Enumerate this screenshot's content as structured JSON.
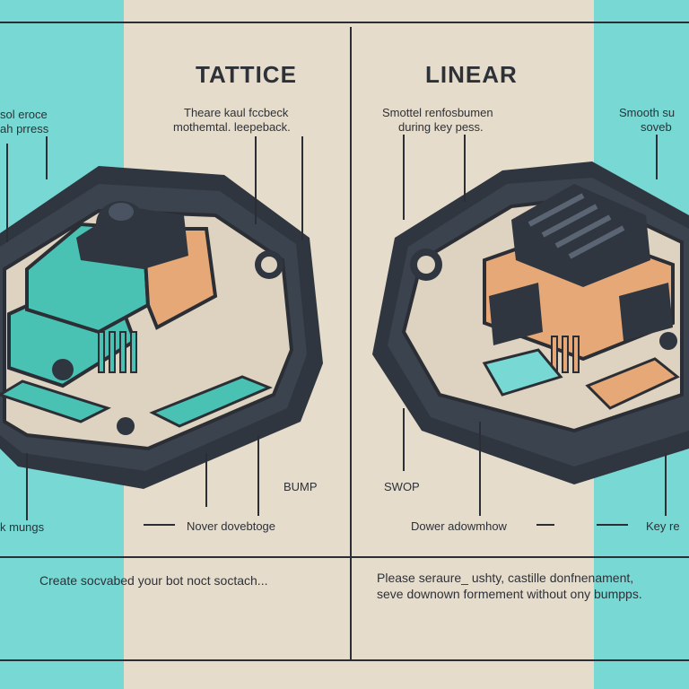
{
  "left": {
    "title": "TATTICE",
    "caption_line1": "Theare kaul fccbeck",
    "caption_line2": "mothemtal. leepeback.",
    "edge_caption_line1": "sol eroce",
    "edge_caption_line2": "ah prress",
    "label_bump": "BUMP",
    "label_bottom_left": "k mungs",
    "label_bottom_center": "Nover dovebtoge",
    "description": "Create socvabed your bot noct soctach..."
  },
  "right": {
    "title": "LINEAR",
    "caption_line1": "Smottel renfosbumen",
    "caption_line2": "during key pess.",
    "edge_caption_line1": "Smooth su",
    "edge_caption_line2": "soveb",
    "label_swop": "SWOP",
    "label_bottom_center": "Dower adowmhow",
    "label_bottom_right": "Key re",
    "description_line1": "Please seraure_ ushty, castille donfnenament,",
    "description_line2": "seve downown formement without ony bumpps."
  },
  "colors": {
    "teal": "#78d8d3",
    "beige": "#e6dccb",
    "outline": "#2b2f35",
    "dark": "#2f3640",
    "switch_teal": "#49c2b4",
    "switch_orange": "#e6a877"
  }
}
